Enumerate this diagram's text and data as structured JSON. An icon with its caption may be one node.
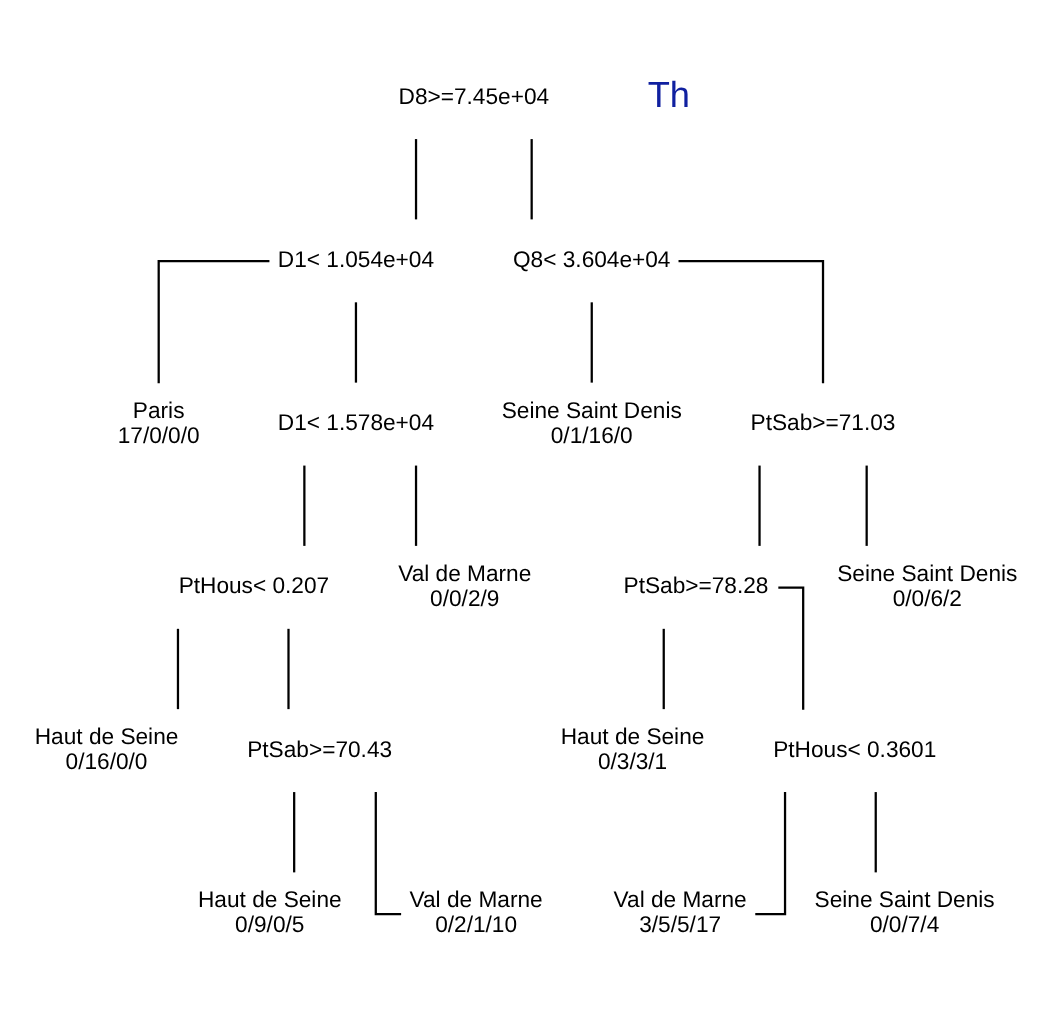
{
  "diagram": {
    "nodes": [
      {
        "text": [
          "D8>=7.45e+04"
        ]
      },
      {
        "text": [
          "D1< 1.054e+04"
        ]
      },
      {
        "text": [
          "Q8< 3.604e+04"
        ]
      },
      {
        "text": [
          "Paris",
          "17/0/0/0"
        ]
      },
      {
        "text": [
          "D1< 1.578e+04"
        ]
      },
      {
        "text": [
          "Seine Saint Denis",
          "0/1/16/0"
        ]
      },
      {
        "text": [
          "PtSab>=71.03"
        ]
      },
      {
        "text": [
          "PtHous< 0.207"
        ]
      },
      {
        "text": [
          "Val de Marne",
          "0/0/2/9"
        ]
      },
      {
        "text": [
          "PtSab>=78.28"
        ]
      },
      {
        "text": [
          "Seine Saint Denis",
          "0/0/6/2"
        ]
      },
      {
        "text": [
          "Haut de Seine",
          "0/16/0/0"
        ]
      },
      {
        "text": [
          "PtSab>=70.43"
        ]
      },
      {
        "text": [
          "Haut de Seine",
          "0/3/3/1"
        ]
      },
      {
        "text": [
          "PtHous< 0.3601"
        ]
      },
      {
        "text": [
          "Haut de Seine",
          "0/9/0/5"
        ]
      },
      {
        "text": [
          "Val de Marne",
          "0/2/1/10"
        ]
      },
      {
        "text": [
          "Val de Marne",
          "3/5/5/17"
        ]
      },
      {
        "text": [
          "Seine Saint Denis",
          "0/0/7/4"
        ]
      }
    ],
    "edges": [
      {
        "from": 0,
        "to": 1,
        "arrow": "none"
      },
      {
        "from": 0,
        "to": 2,
        "arrow": "none"
      },
      {
        "from": 1,
        "to": 3,
        "arrow": "none"
      },
      {
        "from": 1,
        "to": 4,
        "arrow": "none"
      },
      {
        "from": 2,
        "to": 5,
        "arrow": "none"
      },
      {
        "from": 2,
        "to": 6,
        "arrow": "none"
      },
      {
        "from": 4,
        "to": 7,
        "arrow": "none"
      },
      {
        "from": 4,
        "to": 8,
        "arrow": "none"
      },
      {
        "from": 6,
        "to": 9,
        "arrow": "none"
      },
      {
        "from": 6,
        "to": 10,
        "arrow": "none"
      },
      {
        "from": 7,
        "to": 11,
        "arrow": "none"
      },
      {
        "from": 7,
        "to": 12,
        "arrow": "none"
      },
      {
        "from": 9,
        "to": 13,
        "arrow": "none"
      },
      {
        "from": 9,
        "to": 14,
        "arrow": "none"
      },
      {
        "from": 12,
        "to": 15,
        "arrow": "none"
      },
      {
        "from": 12,
        "to": 16,
        "arrow": "none"
      },
      {
        "from": 14,
        "to": 17,
        "arrow": "none"
      },
      {
        "from": 14,
        "to": 18,
        "arrow": "none"
      }
    ],
    "labels": [
      "Th"
    ]
  }
}
